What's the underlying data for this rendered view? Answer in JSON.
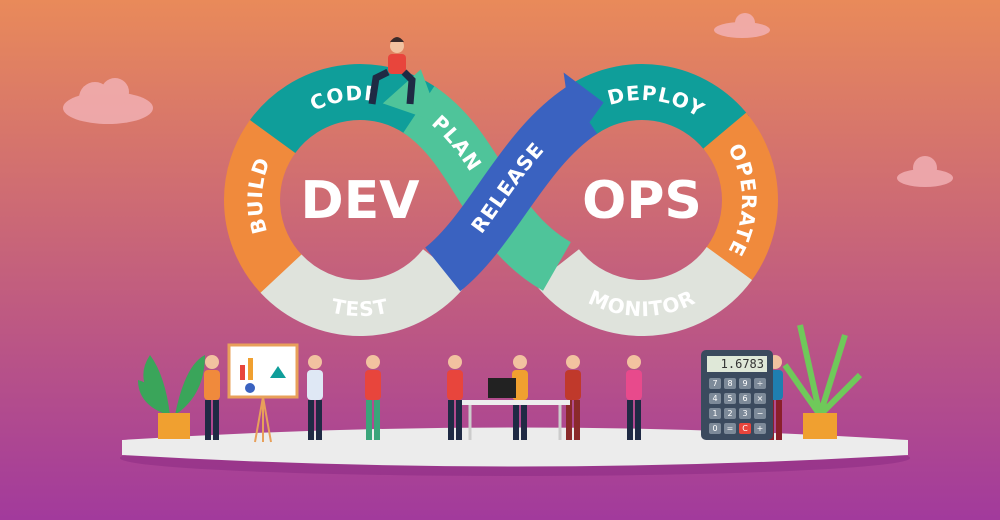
{
  "diagram": {
    "left_title": "DEV",
    "right_title": "OPS",
    "stages": {
      "build": "BUILD",
      "code": "CODE",
      "plan": "PLAN",
      "release": "RELEASE",
      "deploy": "DEPLOY",
      "operate": "OPERATE",
      "monitor": "MONITOR",
      "test": "TEST"
    },
    "colors": {
      "teal": "#0f9e9a",
      "orange": "#f08a3c",
      "light": "#dfe3dc",
      "green": "#4fc49a",
      "blue": "#3a62c0",
      "bg_top": "#e98a5a",
      "bg_bottom": "#a23a9c"
    }
  },
  "calculator": {
    "display": "1.6783",
    "keys": [
      "7",
      "8",
      "9",
      "÷",
      "4",
      "5",
      "6",
      "×",
      "1",
      "2",
      "3",
      "−",
      "0",
      "=",
      "C",
      "+"
    ]
  }
}
